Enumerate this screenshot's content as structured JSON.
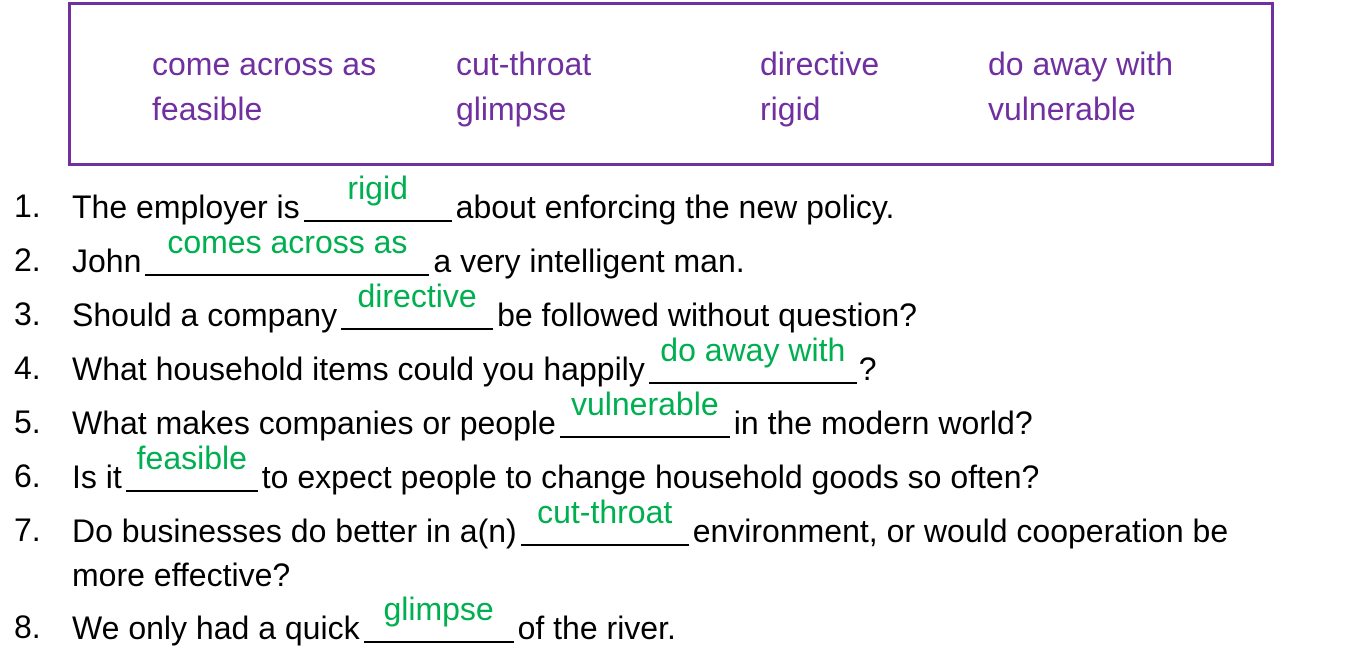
{
  "word_bank": [
    "come across as",
    "cut-throat",
    "directive",
    "do away with",
    "feasible",
    "glimpse",
    "rigid",
    "vulnerable"
  ],
  "colors": {
    "word_bank": "#7030a0",
    "answer": "#00b050",
    "text": "#000000"
  },
  "questions": [
    {
      "num": "1.",
      "before": "The employer is",
      "answer": "rigid",
      "after": "about enforcing the new policy."
    },
    {
      "num": "2.",
      "before": "John",
      "answer": "comes across as",
      "after": "a very intelligent man."
    },
    {
      "num": "3.",
      "before": "Should a company",
      "answer": "directive",
      "after": "be followed without question?"
    },
    {
      "num": "4.",
      "before": "What household items could you happily",
      "answer": "do away with",
      "after": "?"
    },
    {
      "num": "5.",
      "before": "What makes companies or people",
      "answer": "vulnerable",
      "after": "in the modern world?"
    },
    {
      "num": "6.",
      "before": "Is it",
      "answer": "feasible",
      "after": "to expect people to change household goods so often?"
    },
    {
      "num": "7.",
      "before": "Do businesses do better in a(n)",
      "answer": "cut-throat",
      "after": "environment, or would cooperation be",
      "after_line2": "more effective?"
    },
    {
      "num": "8.",
      "before": "We only had a quick",
      "answer": "glimpse",
      "after": "of the river."
    }
  ]
}
